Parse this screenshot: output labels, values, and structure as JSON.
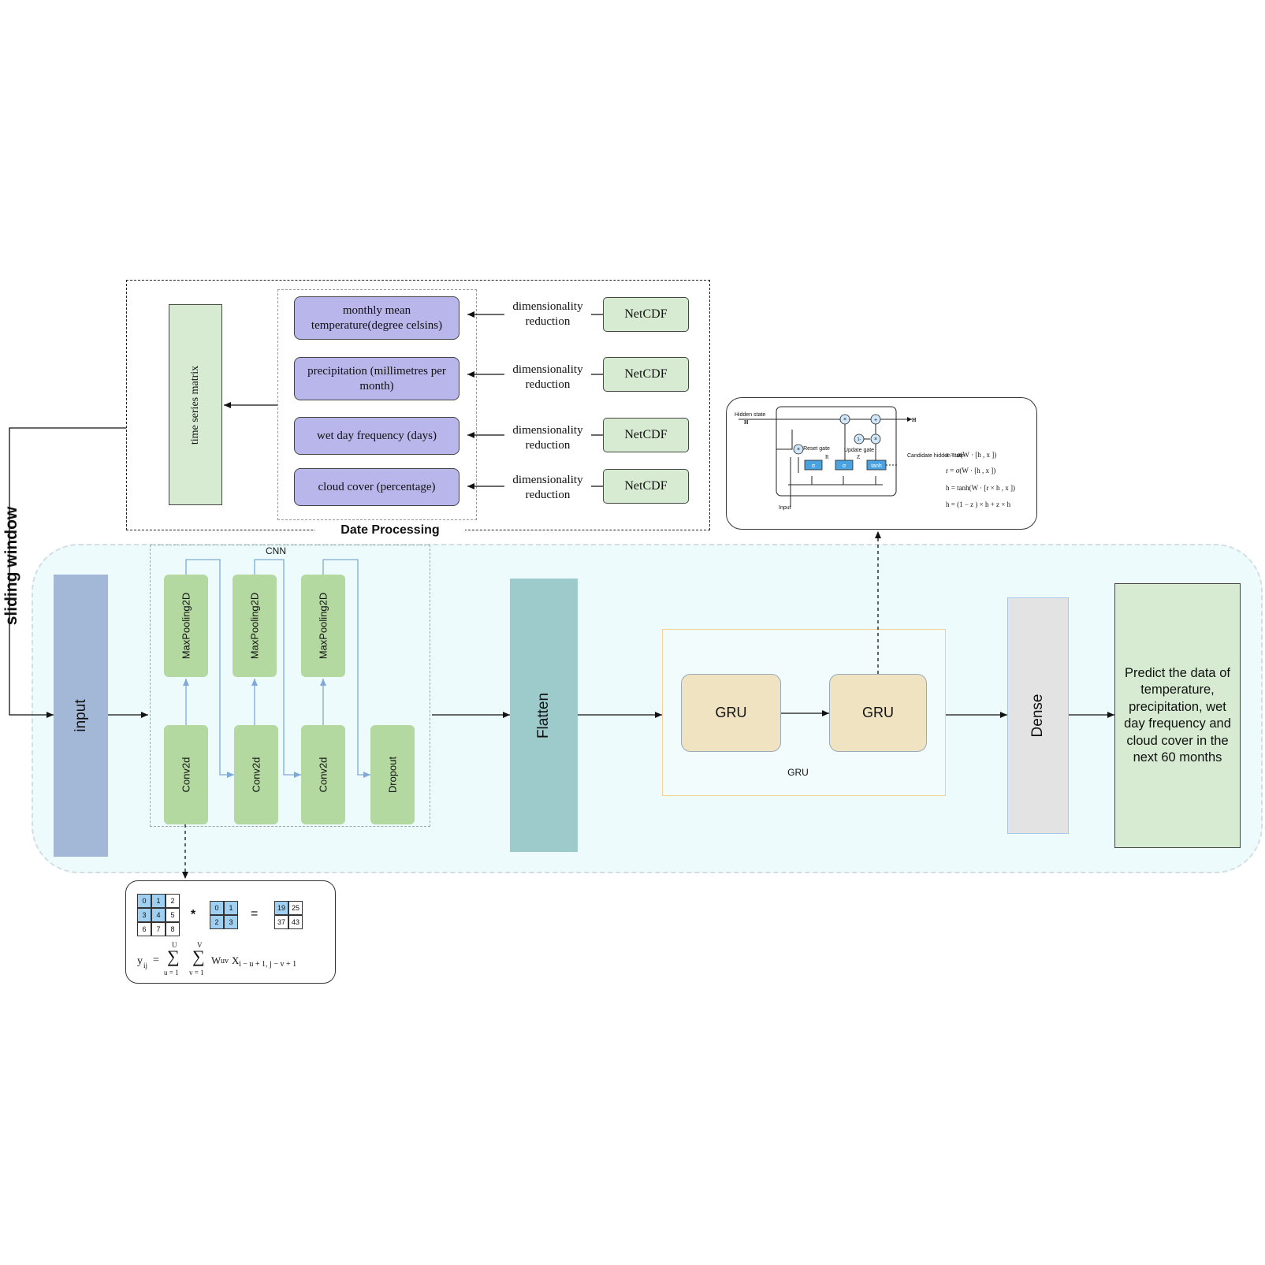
{
  "colors": {
    "accent_purple": "#b9b6ec",
    "green": "#d6ebd2",
    "cnn_green": "#b3d9a0",
    "input_blue": "#a3b8d6",
    "flatten_teal": "#9dcacb",
    "gru_tan": "#f0e3c2",
    "dense_gray": "#e3e3e3",
    "main_bg": "#edfbfd",
    "arrow_blue": "#7fa9d6"
  },
  "data_processing": {
    "title": "Date Processing",
    "matrix_label": "time series matrix",
    "variables": [
      "monthly mean temperature(degree celsins)",
      "precipitation (millimetres per month)",
      "wet day frequency (days)",
      "cloud cover (percentage)"
    ],
    "reduction_label": "dimensionality reduction",
    "source_label": "NetCDF"
  },
  "sliding_window": "sliding window",
  "model": {
    "input": "input",
    "cnn": {
      "title": "CNN",
      "pool_label": "MaxPooling2D",
      "conv_label": "Conv2d",
      "dropout_label": "Dropout"
    },
    "flatten": "Flatten",
    "gru_block": {
      "title": "GRU",
      "cell_label": "GRU"
    },
    "dense": "Dense",
    "output": "Predict the data of temperature, precipitation, wet day frequency and cloud cover in the next 60 months"
  },
  "gru_detail": {
    "hidden_state": "Hidden state",
    "h_prev": "H",
    "reset_gate": "Reset gate",
    "update_gate": "Update gate",
    "candidate": "Candidate hidden state",
    "input": "Input",
    "sigma": "σ",
    "tanh": "tanh",
    "h_out": "H",
    "r_sym": "R",
    "z_sym": "Z",
    "one_minus": "1-",
    "times": "×",
    "plus": "+",
    "eq_z": "z = σ(W · [h , x ])",
    "eq_r": "r = σ(W · [h , x ])",
    "eq_hc": "h = tanh(W · [r × h , x ])",
    "eq_h": "h = (1 − z ) × h + z × h"
  },
  "conv_detail": {
    "input_matrix": [
      "0",
      "1",
      "2",
      "3",
      "4",
      "5",
      "6",
      "7",
      "8"
    ],
    "kernel": [
      "0",
      "1",
      "2",
      "3"
    ],
    "output": [
      "19",
      "25",
      "37",
      "43"
    ],
    "op_star": "*",
    "op_eq": "=",
    "formula_lhs": "y",
    "formula_lhs_sub": "ij",
    "formula_eq": "=",
    "sum_sym": "∑",
    "sum_u_top": "U",
    "sum_u_bot": "u = 1",
    "sum_v_top": "V",
    "sum_v_bot": "v = 1",
    "formula_term": "W",
    "formula_term_sub": "uv",
    "formula_x": "X",
    "formula_x_sub": "i − u + 1, j − v + 1"
  }
}
